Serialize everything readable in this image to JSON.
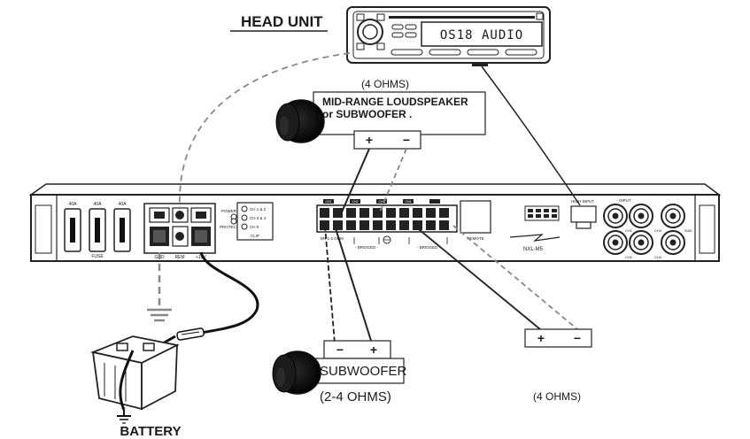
{
  "head_unit": {
    "title": "HEAD UNIT",
    "display_text": "OS18 AUDIO"
  },
  "upper_speaker": {
    "impedance": "(4 OHMS)",
    "label_line1": "MID-RANGE LOUDSPEAKER",
    "label_line2": "or SUBWOOFER .",
    "terminal_plus": "+",
    "terminal_minus": "−"
  },
  "amplifier": {
    "fuses": [
      "40A",
      "40A",
      "40A"
    ],
    "fuse_label": "FUSE",
    "gnd_label": "GND",
    "rem_label": "REM",
    "power_label": "+12V",
    "power_led_label": "POWER",
    "protect_led_label": "PROTECT",
    "clip_leds": [
      "CH 1 & 2",
      "CH 3 & 4",
      "CH 5"
    ],
    "clip_label": "CLIP",
    "channel_labels": [
      "CH1",
      "CH2",
      "CH3",
      "CH4"
    ],
    "bridged_labels": [
      "- BRIDGED -",
      "- BRIDGED -"
    ],
    "bridge_note": "BR 1-2 OHM",
    "remote_label": "REMOTE",
    "high_input_label": "HIGH INPUT",
    "input_label": "INPUT",
    "rca_labels": [
      "CH1",
      "CH3",
      "CH2",
      "CH4"
    ],
    "sub_label": "SUB",
    "logo": "NXL-M5"
  },
  "subwoofer": {
    "label": "SUBWOOFER",
    "impedance": "(2-4 OHMS)",
    "terminal_minus": "−",
    "terminal_plus": "+"
  },
  "lower_right_speaker": {
    "impedance": "(4 OHMS)",
    "terminal_plus": "+",
    "terminal_minus": "−"
  },
  "battery": {
    "label": "BATTERY"
  }
}
